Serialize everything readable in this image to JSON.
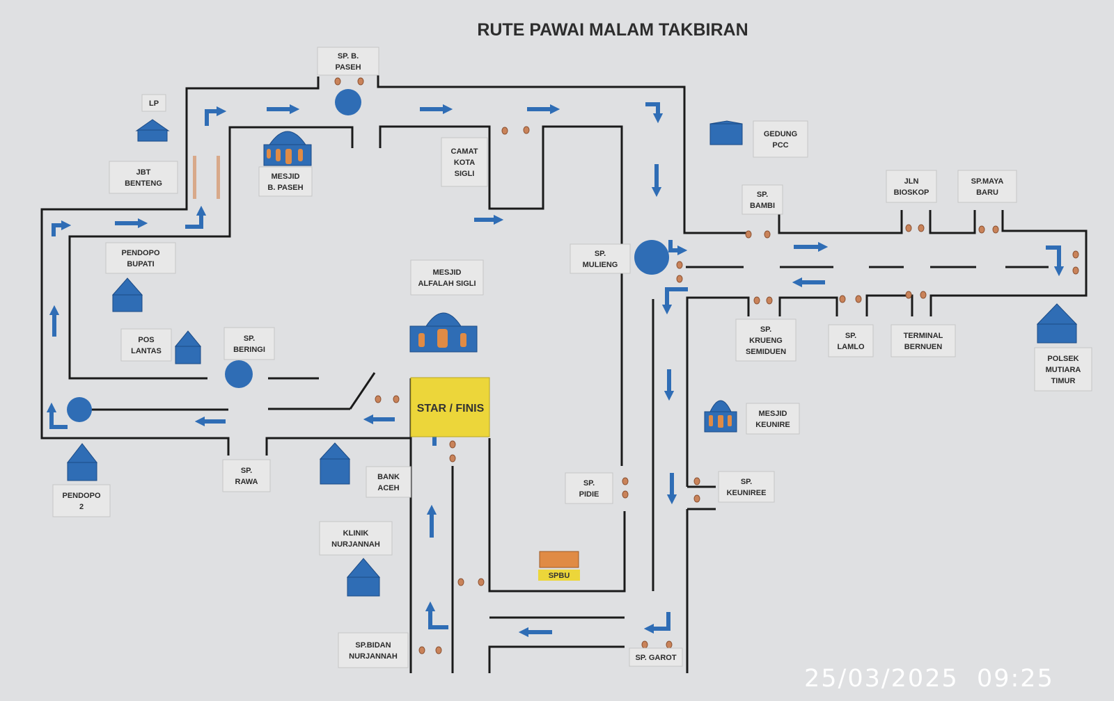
{
  "title": "RUTE PAWAI MALAM TAKBIRAN",
  "start_finish": "STAR / FINIS",
  "spbu": "SPBU",
  "timestamp": "25/03/2025  09:25",
  "colors": {
    "building": "#2f6db5",
    "road": "#1a1a1a",
    "start": "#ecd63a",
    "cone": "#c9835a",
    "spbu": "#e08b45",
    "background": "#dfe0e2"
  },
  "labels": {
    "sp_b_paseh": [
      "SP. B.",
      "PASEH"
    ],
    "lp": [
      "LP"
    ],
    "jbt_benteng": [
      "JBT",
      "BENTENG"
    ],
    "mesjid_b_paseh": [
      "MESJID",
      "B. PASEH"
    ],
    "camat_kota_sigli": [
      "CAMAT",
      "KOTA",
      "SIGLI"
    ],
    "gedung_pcc": [
      "GEDUNG",
      "PCC"
    ],
    "sp_bambi": [
      "SP.",
      "BAMBI"
    ],
    "jln_bioskop": [
      "JLN",
      "BIOSKOP"
    ],
    "sp_maya_baru": [
      "SP.MAYA",
      "BARU"
    ],
    "pendopo_bupati": [
      "PENDOPO",
      "BUPATI"
    ],
    "sp_mulieng": [
      "SP.",
      "MULIENG"
    ],
    "mesjid_alfalah": [
      "MESJID",
      "ALFALAH SIGLI"
    ],
    "pos_lantas": [
      "POS",
      "LANTAS"
    ],
    "sp_beringi": [
      "SP.",
      "BERINGI"
    ],
    "sp_krueng_semiduen": [
      "SP.",
      "KRUENG",
      "SEMIDUEN"
    ],
    "sp_lamlo": [
      "SP.",
      "LAMLO"
    ],
    "terminal_bernuen": [
      "TERMINAL",
      "BERNUEN"
    ],
    "polsek_mutiara_timur": [
      "POLSEK",
      "MUTIARA",
      "TIMUR"
    ],
    "mesjid_keunire": [
      "MESJID",
      "KEUNIRE"
    ],
    "pendopo_2": [
      "PENDOPO",
      "2"
    ],
    "sp_rawa": [
      "SP.",
      "RAWA"
    ],
    "bank_aceh": [
      "BANK",
      "ACEH"
    ],
    "sp_pidie": [
      "SP.",
      "PIDIE"
    ],
    "sp_keuniree": [
      "SP.",
      "KEUNIREE"
    ],
    "klinik_nurjannah": [
      "KLINIK",
      "NURJANNAH"
    ],
    "sp_bidan_nurjannah": [
      "SP.BIDAN",
      "NURJANNAH"
    ],
    "sp_garot": [
      "SP. GAROT"
    ]
  }
}
